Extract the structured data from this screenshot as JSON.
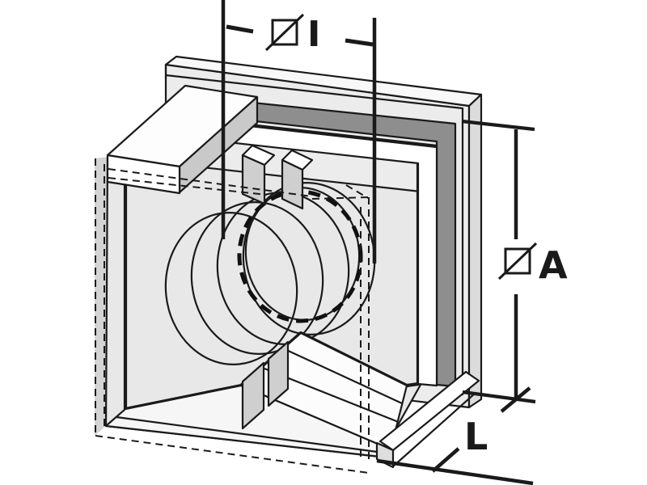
{
  "diagram": {
    "labels": {
      "inner_dim": "I",
      "face_dim": "A",
      "depth_dim": "L"
    },
    "symbols": {
      "inner_dim": "square-section-symbol",
      "face_dim": "square-section-symbol"
    },
    "colors": {
      "line": "#1a1a1a",
      "panel_gray": "#e8e8e8",
      "inner_shadow_gray": "#8e8e8e",
      "cut_face_white": "#ffffff",
      "mid_gray": "#c9c9c9",
      "hidden_strip_gray": "#d4d4d4"
    }
  }
}
